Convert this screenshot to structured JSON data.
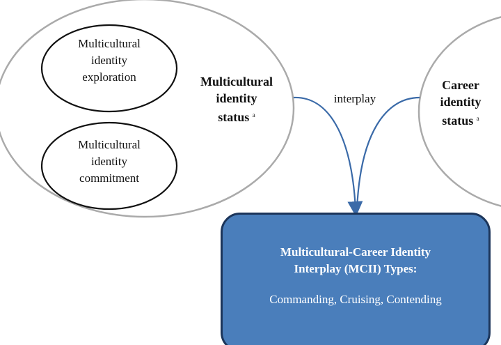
{
  "left_status": {
    "label": "Multicultural identity status",
    "lines": [
      "Multicultural",
      "identity",
      "status"
    ],
    "superscript": "a"
  },
  "right_status": {
    "label": "Career identity status",
    "lines": [
      "Career",
      "identity",
      "status"
    ],
    "superscript": "a"
  },
  "components": [
    {
      "lines": [
        "Multicultural",
        "identity",
        "exploration"
      ]
    },
    {
      "lines": [
        "Multicultural",
        "identity",
        "commitment"
      ]
    }
  ],
  "connector_label": "interplay",
  "outcome": {
    "title_lines": [
      "Multicultural-Career Identity",
      "Interplay (MCII) Types:"
    ],
    "types": "Commanding, Cruising, Contending",
    "fill_color": "#4a7ebb",
    "border_color": "#1c355a"
  },
  "arrow_color": "#3a6aa8"
}
